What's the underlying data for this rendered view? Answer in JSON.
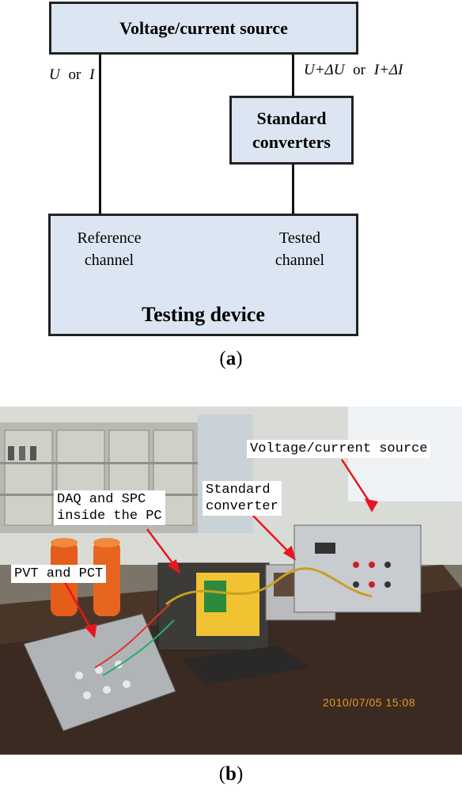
{
  "diagram": {
    "source_box": "Voltage/current source",
    "left_signal": {
      "a": "U",
      "or": "or",
      "b": "I"
    },
    "right_signal": {
      "a": "U+ΔU",
      "or": "or",
      "b": "I+ΔI"
    },
    "converter_box": {
      "line1": "Standard",
      "line2": "converters"
    },
    "device_box": {
      "ref_line1": "Reference",
      "ref_line2": "channel",
      "test_line1": "Tested",
      "test_line2": "channel",
      "title": "Testing device"
    },
    "caption": {
      "open": "(",
      "letter": "a",
      "close": ")"
    }
  },
  "photo": {
    "callouts": {
      "voltage_source": "Voltage/current source",
      "standard_converter_1": "Standard",
      "standard_converter_2": "converter",
      "daq_1": "DAQ and SPC",
      "daq_2": "inside the PC",
      "pvt": "PVT and PCT"
    },
    "timestamp": "2010/07/05 15:08",
    "caption": {
      "open": "(",
      "letter": "b",
      "close": ")"
    },
    "colors": {
      "arrow": "#e8161d",
      "timestamp": "#e69a2a"
    }
  }
}
